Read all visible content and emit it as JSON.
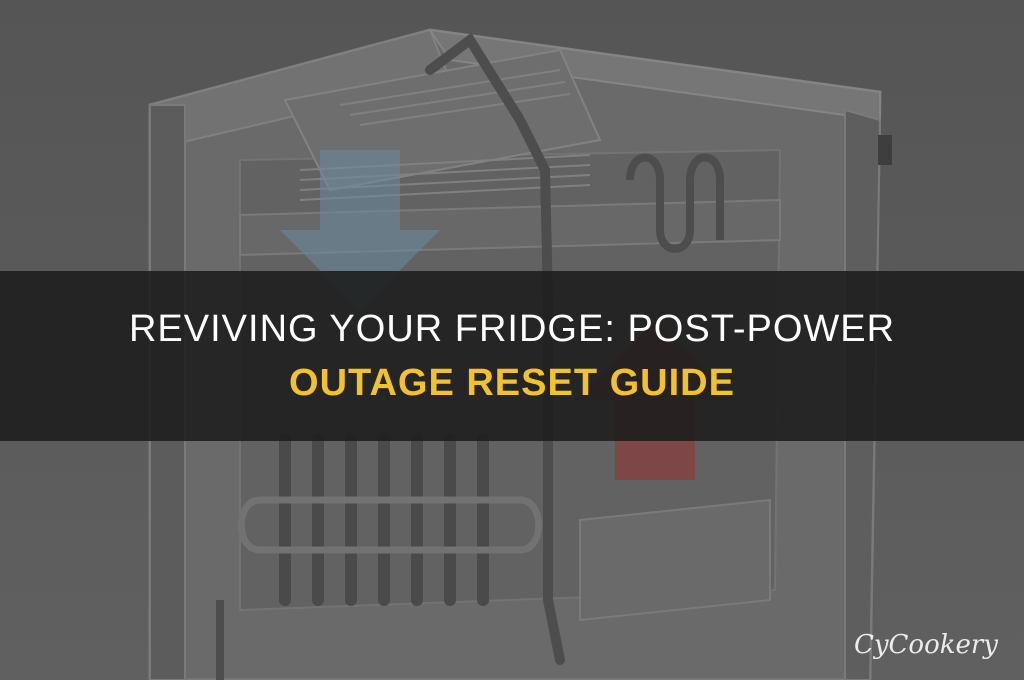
{
  "article": {
    "title_line1": "REVIVING YOUR FRIDGE: POST-POWER",
    "title_line2": "OUTAGE RESET GUIDE"
  },
  "watermark": "CyCookery",
  "colors": {
    "banner_background": "#1c1c1c",
    "title_primary": "#ffffff",
    "title_accent": "#f2c12e",
    "cold_airflow_arrow": "#6a8aa0",
    "warm_airflow_arrow": "#8a3a3a"
  },
  "illustration": {
    "subject": "refrigerator-cutaway-diagram",
    "icons": [
      "cold-air-arrow-icon",
      "warm-air-arrow-icon"
    ]
  }
}
